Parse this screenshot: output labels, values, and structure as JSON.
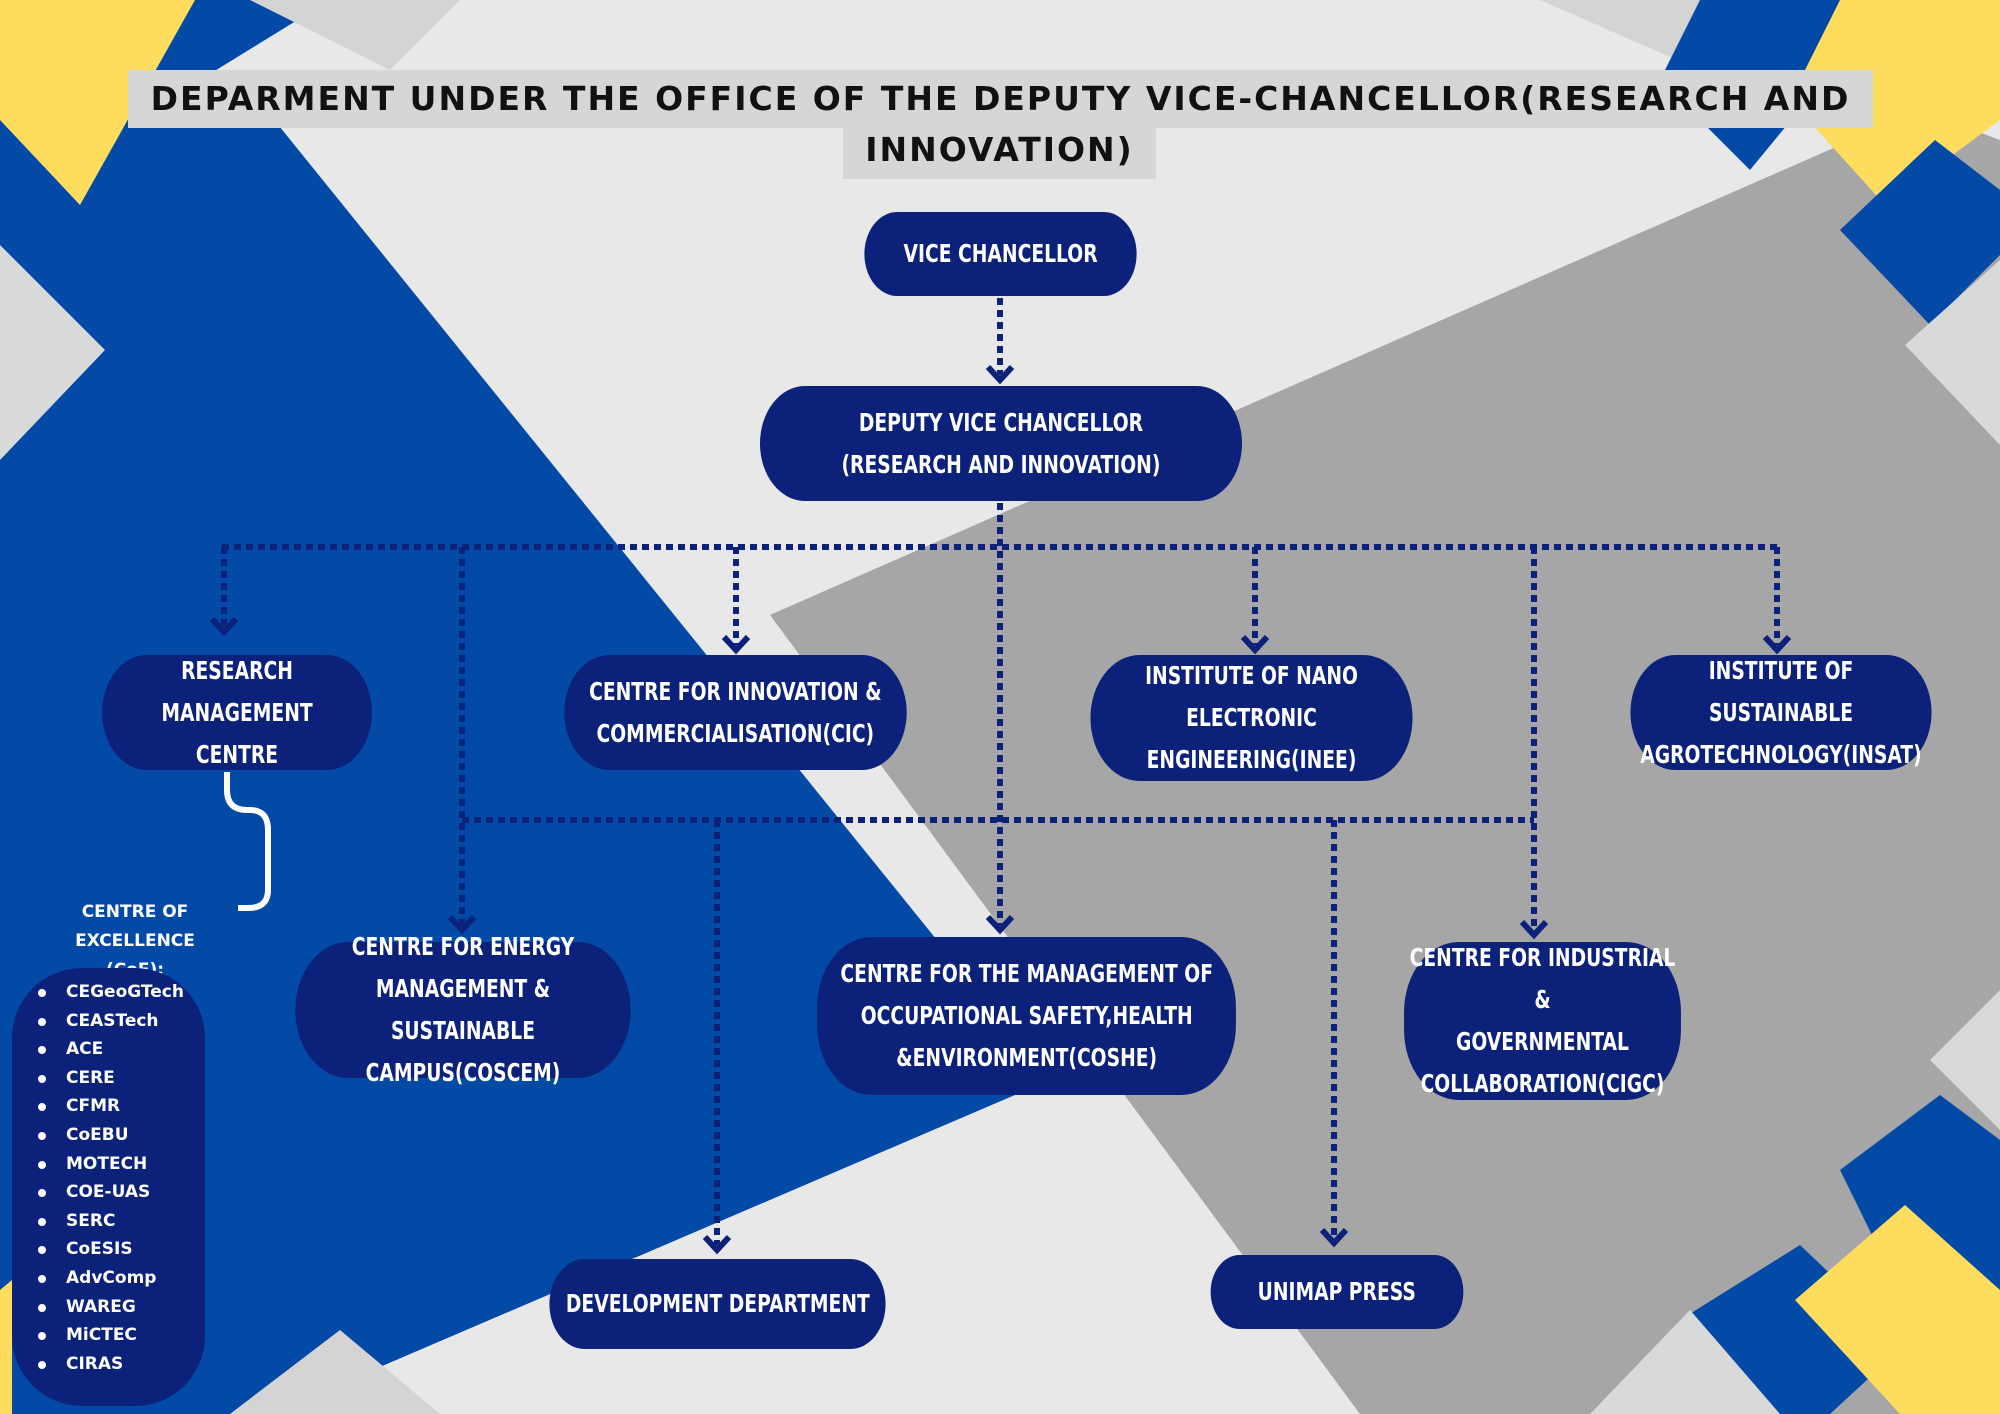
{
  "title": {
    "line1": "DEPARMENT UNDER THE OFFICE OF THE DEPUTY VICE-CHANCELLOR(RESEARCH AND",
    "line2": "INNOVATION)"
  },
  "nodes": {
    "vc": {
      "lines": [
        "VICE CHANCELLOR"
      ]
    },
    "dvc": {
      "lines": [
        "DEPUTY VICE CHANCELLOR",
        "(RESEARCH AND INNOVATION)"
      ]
    },
    "rmc": {
      "lines": [
        "RESEARCH MANAGEMENT",
        "CENTRE"
      ]
    },
    "cic": {
      "lines": [
        "CENTRE FOR INNOVATION &",
        "COMMERCIALISATION(CIC)"
      ]
    },
    "inee": {
      "lines": [
        "INSTITUTE OF NANO ELECTRONIC",
        "ENGINEERING(INEE)"
      ]
    },
    "insat": {
      "lines": [
        "INSTITUTE OF SUSTAINABLE",
        "AGROTECHNOLOGY(INSAT)"
      ]
    },
    "coscem": {
      "lines": [
        "CENTRE FOR ENERGY MANAGEMENT &",
        "SUSTAINABLE CAMPUS(COSCEM)"
      ]
    },
    "coshe": {
      "lines": [
        "CENTRE FOR THE MANAGEMENT OF",
        "OCCUPATIONAL SAFETY,HEALTH",
        "&ENVIRONMENT(COSHE)"
      ]
    },
    "cigc": {
      "lines": [
        "CENTRE FOR INDUSTRIAL &",
        "GOVERNMENTAL",
        "COLLABORATION(CIGC)"
      ]
    },
    "dev": {
      "lines": [
        "DEVELOPMENT DEPARTMENT"
      ]
    },
    "press": {
      "lines": [
        "UNIMAP PRESS"
      ]
    }
  },
  "coe": {
    "title_line1": "CENTRE OF EXCELLENCE",
    "title_line2": "(CoE):",
    "items": [
      "CEGeoGTech",
      "CEASTech",
      "ACE",
      "CERE",
      "CFMR",
      "CoEBU",
      "MOTECH",
      "COE-UAS",
      "SERC",
      "CoESIS",
      "AdvComp",
      "WAREG",
      "MiCTEC",
      "CIRAS"
    ]
  },
  "colors": {
    "node": "#0c227a",
    "blue": "#034aa6",
    "yellow": "#fedd5e",
    "dark_gray": "#a6a6a6",
    "light_gray": "#d9d9d9",
    "background": "#e8e8e8"
  }
}
